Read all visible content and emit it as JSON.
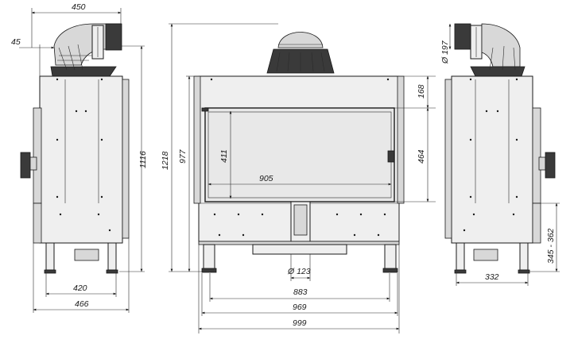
{
  "colors": {
    "line": "#1a1a1a",
    "body": "#efefef",
    "dark": "#3a3a3a",
    "window": "#e8e8e8"
  },
  "views": {
    "left_side": {
      "dims": {
        "top_width": "450",
        "offset": "45",
        "height_total": "1116",
        "base_width": "420",
        "overall_width": "466"
      }
    },
    "front": {
      "dims": {
        "height_overall": "1218",
        "height_body": "977",
        "window_height": "411",
        "window_width": "905",
        "top_band": "168",
        "window_vertical": "464",
        "flue_diameter": "Ø 123",
        "legs_span": "883",
        "inner_width": "969",
        "overall_width": "999"
      }
    },
    "right_side": {
      "dims": {
        "flue_diameter": "Ø 197",
        "leg_height_range": "345 - 362",
        "base_depth": "332"
      }
    }
  }
}
